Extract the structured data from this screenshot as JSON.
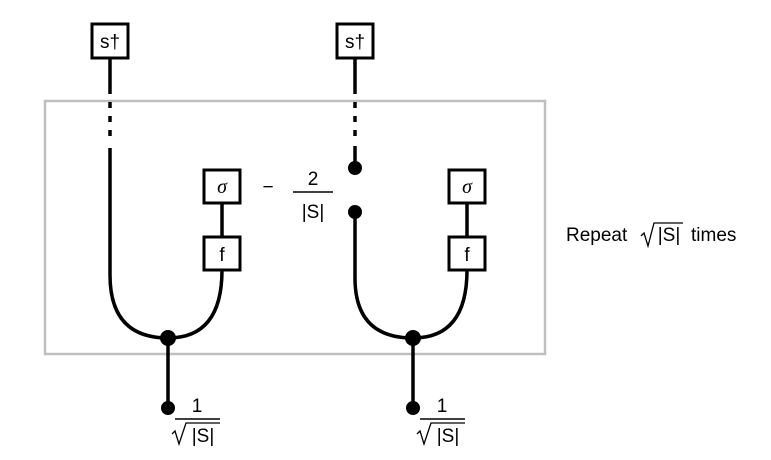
{
  "left_branch": {
    "top_box": "s†",
    "sigma_box": "σ",
    "f_box": "f",
    "weight_numerator": "1",
    "weight_denominator": "|S|"
  },
  "right_branch": {
    "top_box": "s†",
    "sigma_box": "σ",
    "f_box": "f",
    "weight_numerator": "1",
    "weight_denominator": "|S|"
  },
  "middle_term": {
    "operator": "−",
    "numerator": "2",
    "denominator": "|S|"
  },
  "repeat_label": {
    "prefix": "Repeat",
    "radicand": "|S|",
    "suffix": "times"
  },
  "colors": {
    "wire": "#000000",
    "frame": "#bfbfbf",
    "background": "#ffffff"
  }
}
